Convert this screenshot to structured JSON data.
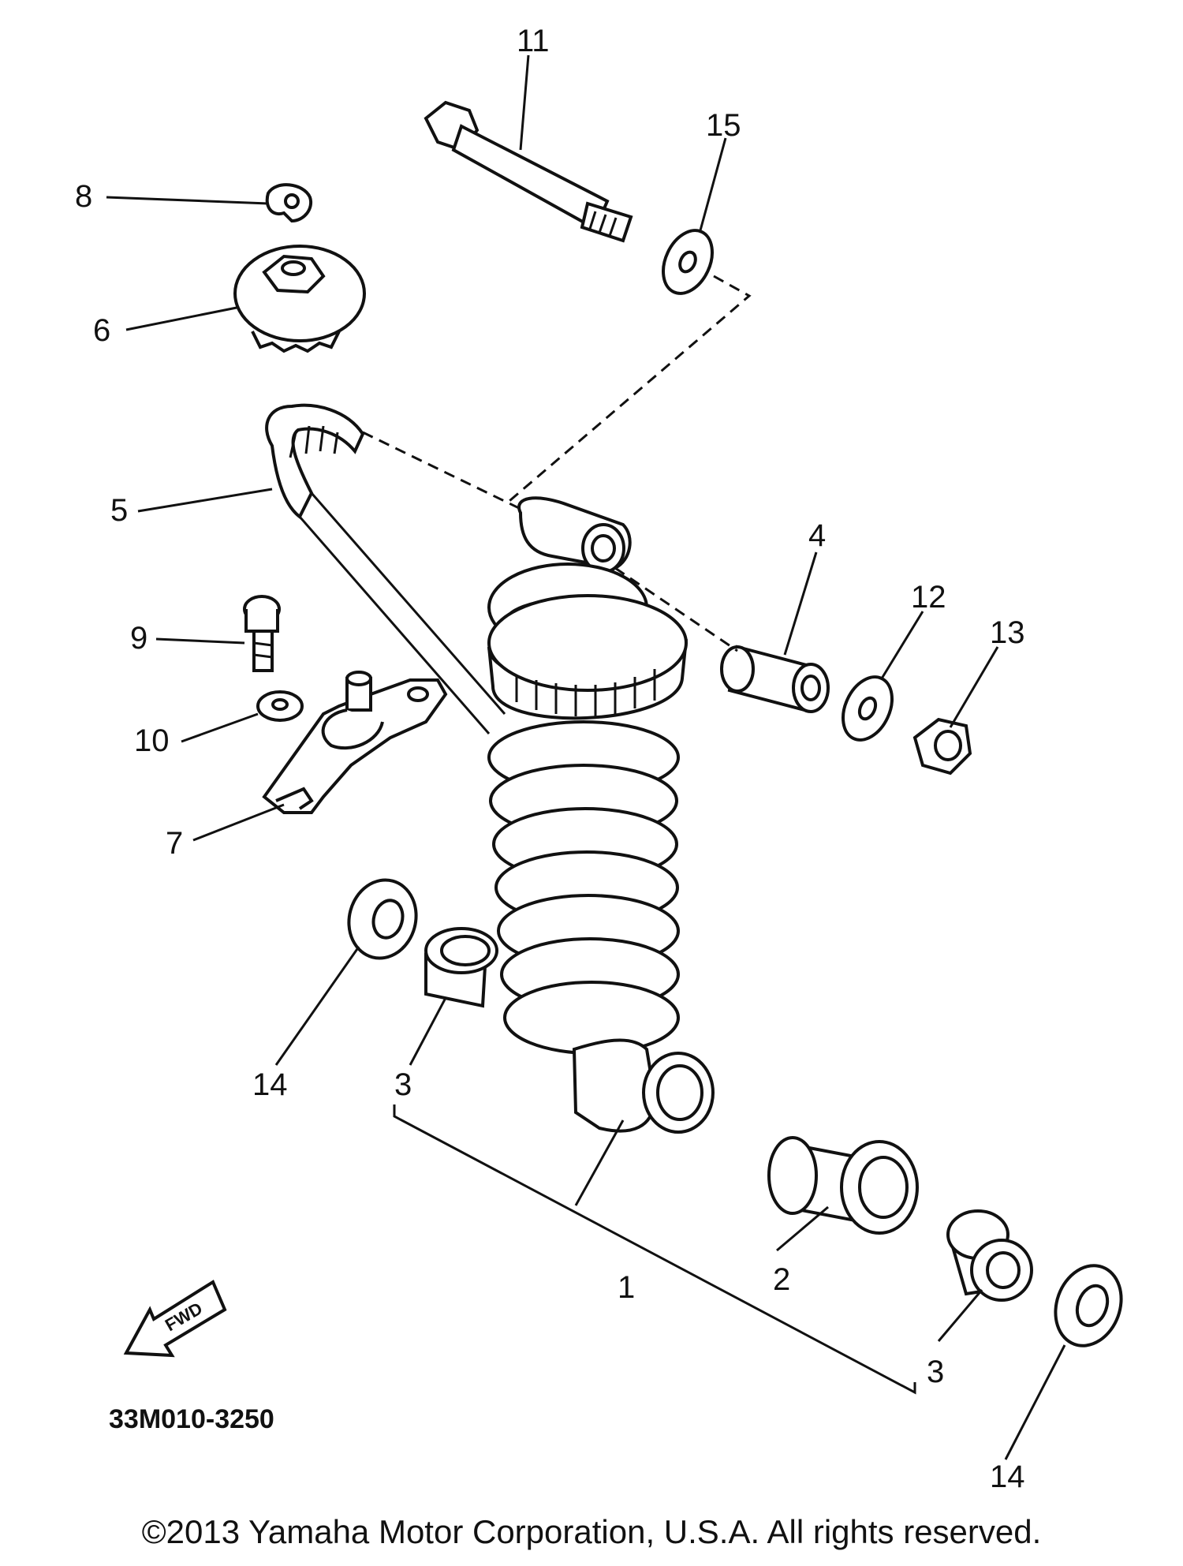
{
  "diagram_code": "33M010-3250",
  "fwd_label": "FWD",
  "copyright": "©2013 Yamaha Motor Corporation, U.S.A. All rights reserved.",
  "callouts": {
    "c1": "1",
    "c2": "2",
    "c3a": "3",
    "c3b": "3",
    "c4": "4",
    "c5": "5",
    "c6": "6",
    "c7": "7",
    "c8": "8",
    "c9": "9",
    "c10": "10",
    "c11": "11",
    "c12": "12",
    "c13": "13",
    "c14a": "14",
    "c14b": "14",
    "c15": "15"
  }
}
